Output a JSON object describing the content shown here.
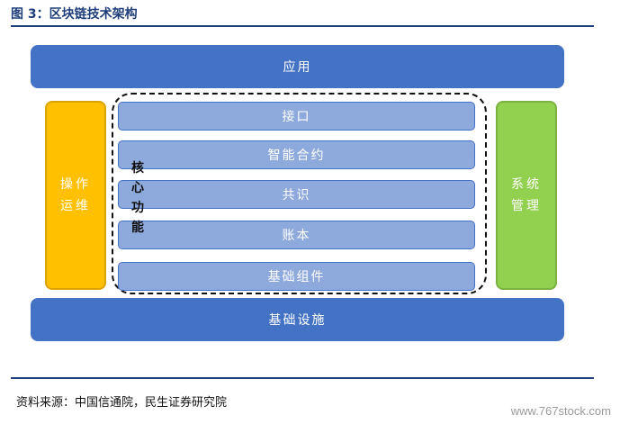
{
  "title": "图 3：区块链技术架构",
  "diagram": {
    "app": "应用",
    "infrastructure": "基础设施",
    "ops": "操作\n运维",
    "system_mgmt": "系统\n管理",
    "core_label": "核\n心\n功\n能",
    "layers": [
      "接口",
      "智能合约",
      "共识",
      "账本",
      "基础组件"
    ]
  },
  "source": "资料来源：中国信通院，民生证券研究院",
  "watermark": "www.767stock.com",
  "colors": {
    "blue": "#4472c4",
    "light_blue": "#8ea9db",
    "orange": "#ffc000",
    "green": "#92d050",
    "title_blue": "#1f3f7a"
  }
}
